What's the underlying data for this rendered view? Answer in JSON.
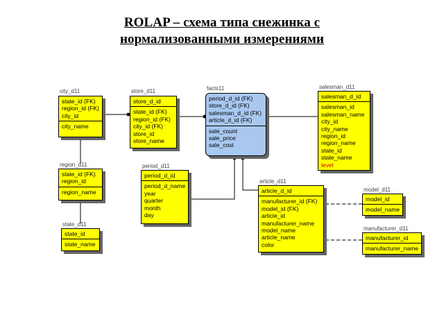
{
  "title": {
    "line1": "ROLAP – схема типа снежинка с",
    "line2": "нормализованными измерениями"
  },
  "colors": {
    "dimension_fill": "#ffff00",
    "fact_fill": "#a8c8f0",
    "highlight_text": "#cc0000"
  },
  "entities": {
    "city": {
      "label": "city_d11",
      "pk": [
        "state_id (FK)",
        "region_id (FK)",
        "city_id"
      ],
      "attrs": [
        "city_name"
      ]
    },
    "store": {
      "label": "store_d11",
      "pk": [
        "store_d_id"
      ],
      "attrs": [
        "state_id (FK)",
        "region_id (FK)",
        "city_id (FK)",
        "store_id",
        "store_name"
      ]
    },
    "facts": {
      "label": "facts11",
      "pk": [
        "period_d_id (FK)",
        "store_d_id (FK)",
        "salesman_d_id (FK)",
        "article_d_id (FK)"
      ],
      "attrs": [
        "sale_count",
        "sale_price",
        "sale_cost"
      ]
    },
    "salesman": {
      "label": "salesman_d11",
      "pk": [
        "salesman_d_id"
      ],
      "attrs": [
        "salesman_id",
        "salesman_name",
        "city_id",
        "city_name",
        "region_id",
        "region_name",
        "state_id",
        "state_name"
      ],
      "highlight": "level"
    },
    "region": {
      "label": "region_d11",
      "pk": [
        "state_id (FK)",
        "region_id"
      ],
      "attrs": [
        "region_name"
      ]
    },
    "period": {
      "label": "period_d11",
      "pk": [
        "period_d_id"
      ],
      "attrs": [
        "period_d_name",
        "year",
        "quarter",
        "month",
        "day"
      ]
    },
    "article": {
      "label": "article_d11",
      "pk": [
        "article_d_id"
      ],
      "attrs": [
        "manufacturer_id (FK)",
        "model_id (FK)",
        "article_id",
        "manufacturer_name",
        "model_name",
        "article_name",
        "color"
      ]
    },
    "model": {
      "label": "model_d11",
      "pk": [
        "model_id"
      ],
      "attrs": [
        "model_name"
      ]
    },
    "state": {
      "label": "state_d11",
      "pk": [
        "state_id"
      ],
      "attrs": [
        "state_name"
      ]
    },
    "manufacturer": {
      "label": "manufacturer_d11",
      "pk": [
        "manufacturer_id"
      ],
      "attrs": [
        "manufacturer_name"
      ]
    }
  }
}
